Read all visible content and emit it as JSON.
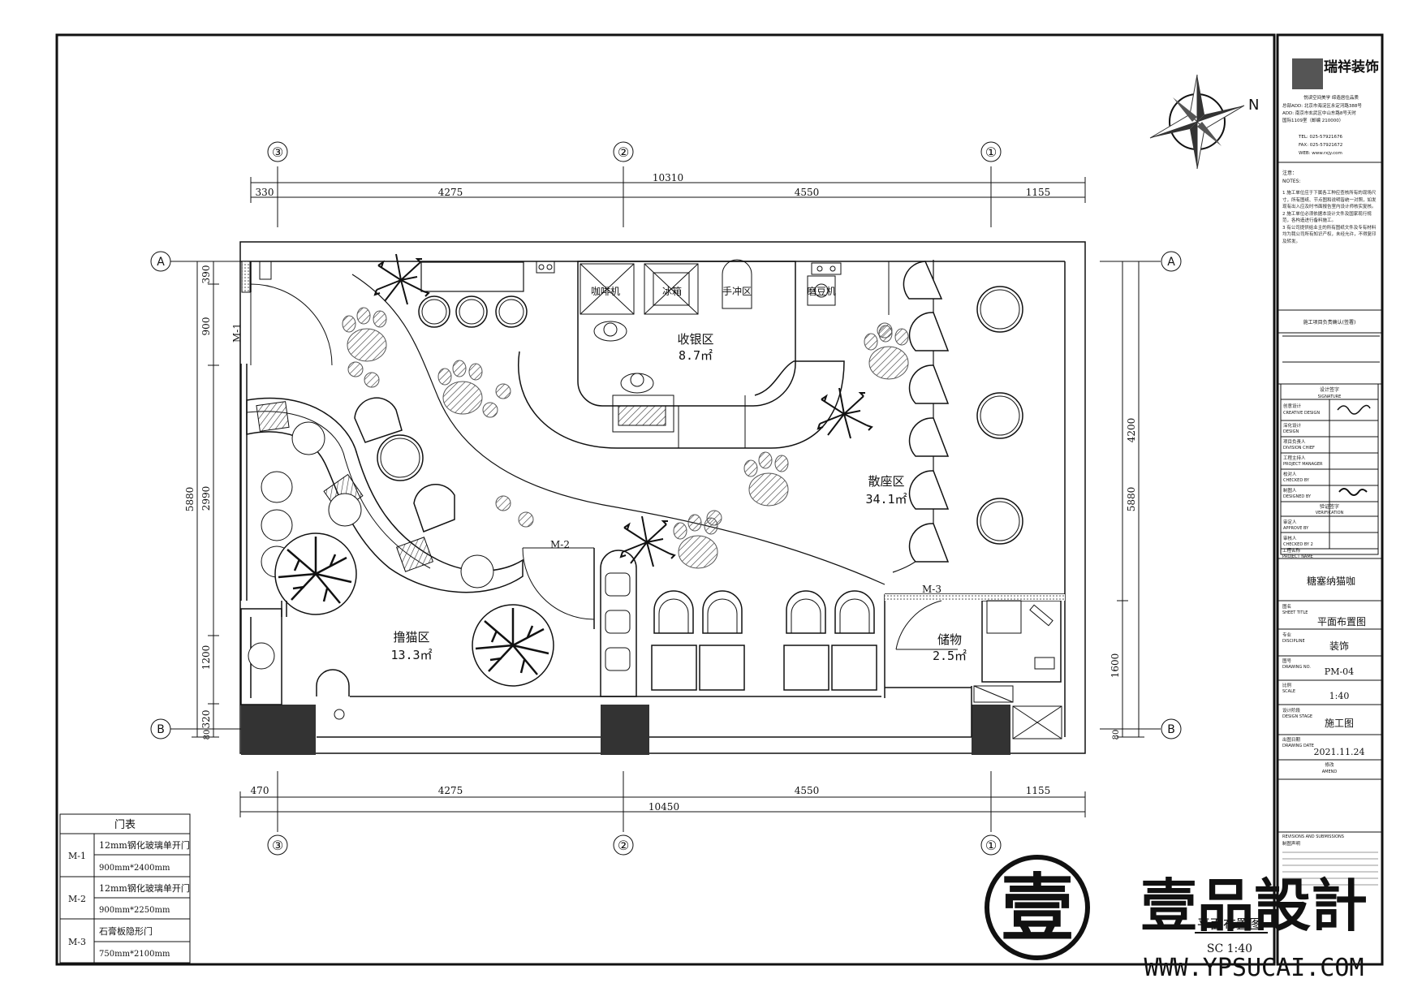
{
  "grid": {
    "a": "A",
    "b": "B",
    "c1": "①",
    "c2": "②",
    "c3": "③"
  },
  "dims_top": {
    "total": "10310",
    "d1": "330",
    "d2": "4275",
    "d3": "4550",
    "d4": "1155"
  },
  "dims_bottom": {
    "total": "10450",
    "d1": "470",
    "d2": "4275",
    "d3": "4550",
    "d4": "1155"
  },
  "dims_left": {
    "total": "5880",
    "d1": "390",
    "d2": "900",
    "d3": "2990",
    "d4": "1200",
    "d5": "320",
    "d6": "80"
  },
  "dims_right": {
    "total": "5880",
    "d1": "4200",
    "d2": "1600",
    "d3": "80"
  },
  "rooms": {
    "cashier": {
      "name": "收银区",
      "area": "8.7㎡"
    },
    "seating": {
      "name": "散座区",
      "area": "34.1㎡"
    },
    "cat": {
      "name": "撸猫区",
      "area": "13.3㎡"
    },
    "storage": {
      "name": "储物",
      "area": "2.5㎡"
    }
  },
  "equipment": {
    "coffee": "咖啡机",
    "ice": "冰箱",
    "tea": "手冲区",
    "grinder": "磨豆机"
  },
  "doors": {
    "m1": "M-1",
    "m2": "M-2",
    "m3": "M-3"
  },
  "door_table": {
    "title": "门表",
    "rows": [
      {
        "code": "M-1",
        "desc": "12mm钢化玻璃单开门",
        "size": "900mm*2400mm"
      },
      {
        "code": "M-2",
        "desc": "12mm钢化玻璃单开门",
        "size": "900mm*2250mm"
      },
      {
        "code": "M-3",
        "desc": "石膏板隐形门",
        "size": "750mm*2100mm"
      }
    ]
  },
  "drawing_title": {
    "name": "平面布置图",
    "scale": "SC  1:40"
  },
  "compass": {
    "label": "N"
  },
  "titleblock": {
    "company": "瑞祥装饰",
    "slogan": "悦读空间美学  缔造居住品质",
    "addr1": "总部ADD: 北京市海淀区永定河路388号",
    "addr2": "ADD: 南京市玄武区中山东路8号天时",
    "addr3": "国际1109室（邮编 210000）",
    "tel": "TEL: 025-57921676",
    "fax": "FAX: 025-57921672",
    "web": "WEB: www.rxjy.com",
    "notes_cn": "注意：",
    "notes_en": "NOTES:",
    "note1": "施工单位应于下属各工种应查核所有的现场尺寸，所有图纸、节点图和说明皆统一对照，如发现有出入应及时书面报告室内设计师核实复核。",
    "note2": "施工单位必须依据本设计文件及国家现行规范，各构造进行备料施工。",
    "note3": "有公司提供给业主的所有图纸文件及专有材料均为我公司所有知识产权，未经允许，不得复印及转发。",
    "confirm": "施工项目负责确认(签署)",
    "sig_cn": "设计签字",
    "sig_en": "SIGNATURE",
    "creative_cn": "创意设计",
    "creative_en": "CREATIVE DESIGN",
    "deep_cn": "深化设计",
    "deep_en": "DESIGN",
    "div_cn": "项目负责人",
    "div_en": "DIVISION CHIEF",
    "pm_cn": "工程主持人",
    "pm_en": "PROJECT MANAGER",
    "chk_cn": "校对人",
    "chk_en": "CHECKED BY",
    "dsg_cn": "制图人",
    "dsg_en": "DESIGNED BY",
    "ver_cn": "验证签字",
    "ver_en": "VERIFICATION",
    "app_cn": "审定人",
    "app_en": "APPROVE BY",
    "chk2_cn": "审核人",
    "chk2_en": "CHECKED BY 2",
    "project_cn": "工程名称",
    "project_en": "PROJECT NAME",
    "project": "糖塞纳猫咖",
    "title_cn": "图名",
    "title_en": "SHEET TITLE",
    "sheet_title": "平面布置图",
    "disc_cn": "专业",
    "disc_en": "DISCIPLINE",
    "discipline": "装饰",
    "no_cn": "图号",
    "no_en": "DRAWING NO.",
    "drawing_no": "PM-04",
    "scale_cn": "比例",
    "scale_en": "SCALE",
    "scale": "1:40",
    "stage_cn": "设计阶段",
    "stage_en": "DESIGN STAGE",
    "stage": "施工图",
    "date_cn": "出图日期",
    "date_en": "DRAWING DATE",
    "date": "2021.11.24",
    "amend_cn": "修改",
    "amend_en": "AMEND",
    "rev_en": "REVISIONS AND SUBMISSIONS",
    "rev_cn": "制图声明"
  },
  "watermark": {
    "brand": "壹品設計",
    "url": "WWW.YPSUCAI.COM",
    "seal": "壹"
  }
}
